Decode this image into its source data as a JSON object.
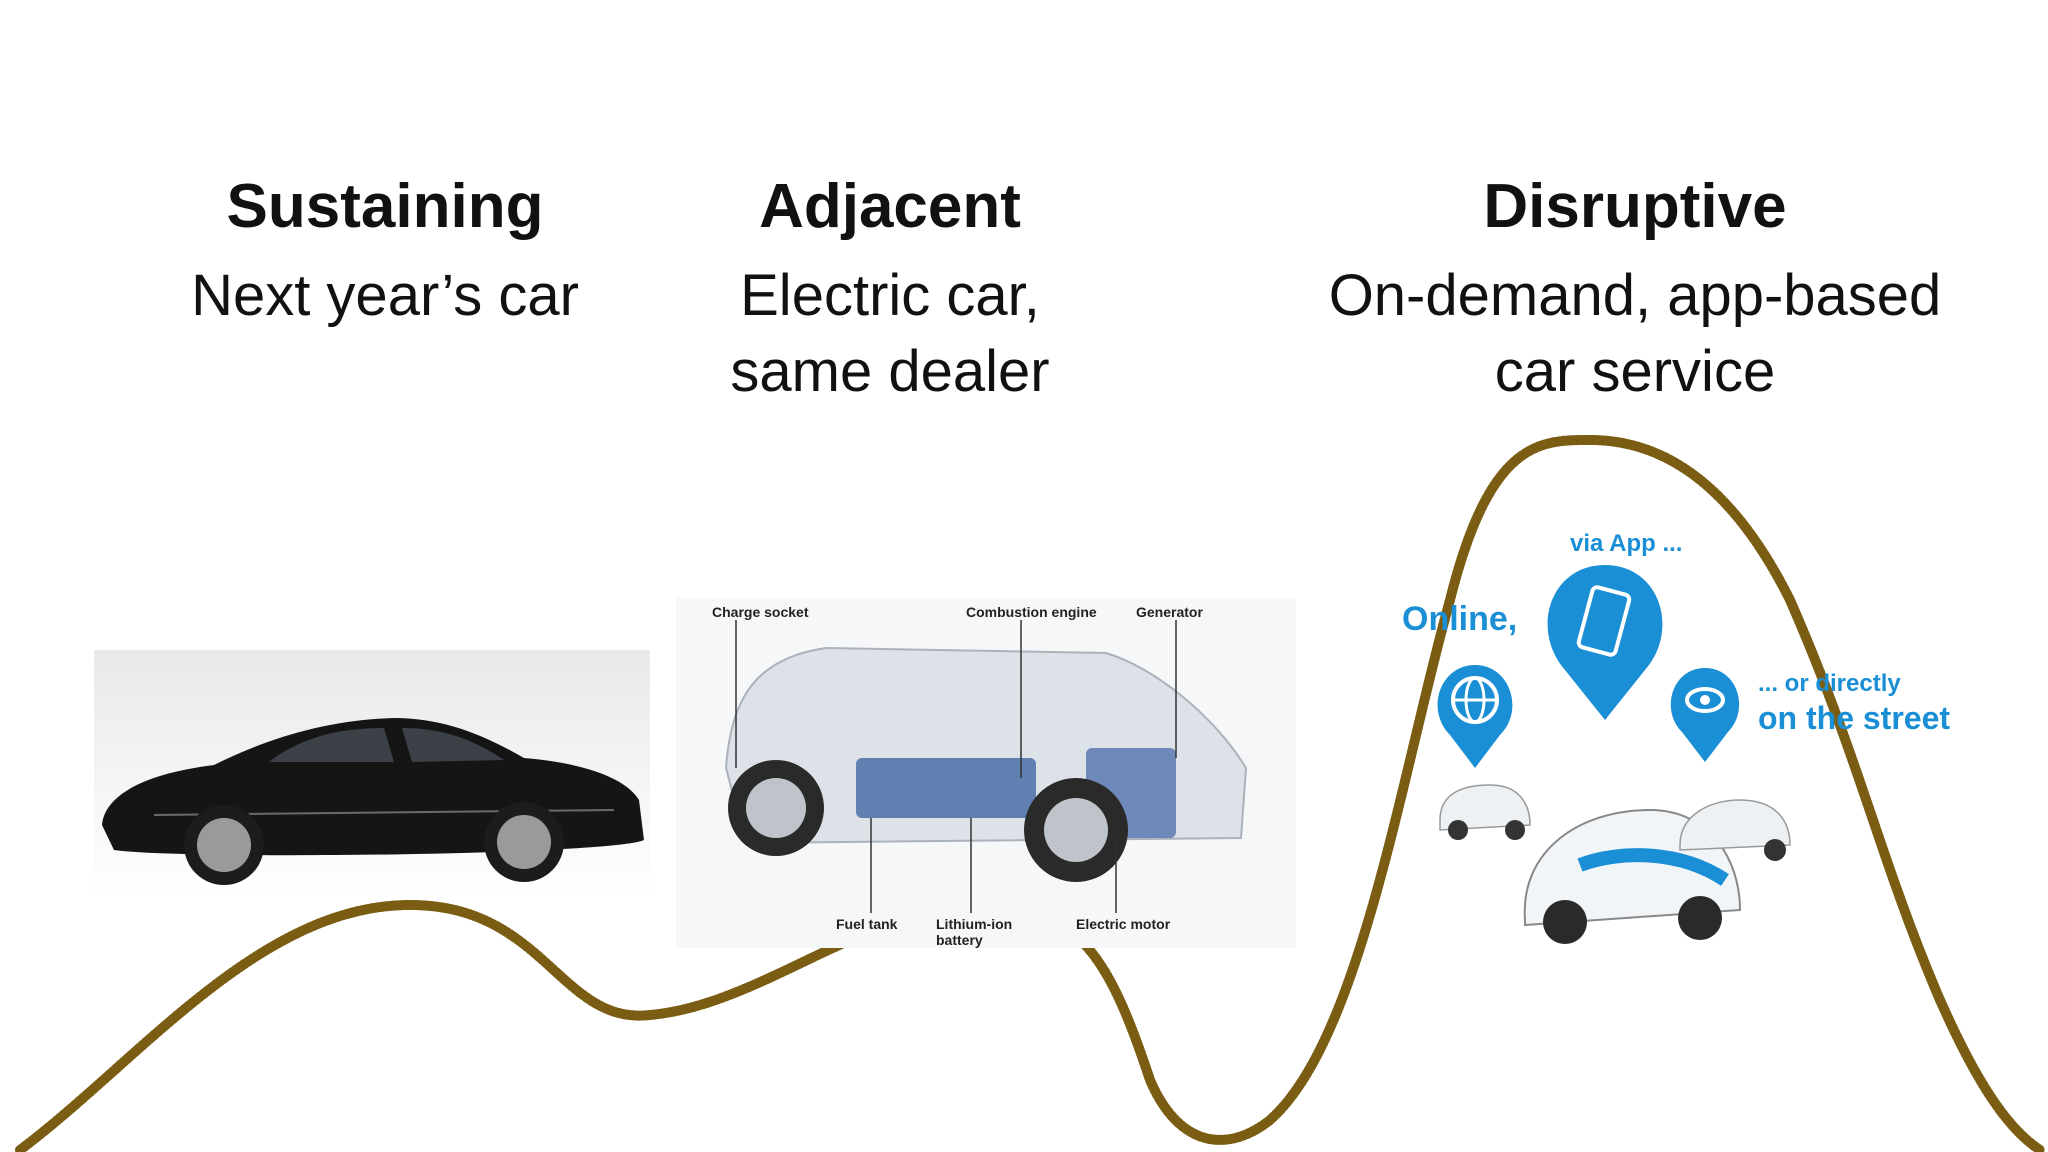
{
  "columns": [
    {
      "heading": "Sustaining",
      "subtitle_lines": [
        "Next year’s car"
      ]
    },
    {
      "heading": "Adjacent",
      "subtitle_lines": [
        "Electric car,",
        "same dealer"
      ]
    },
    {
      "heading": "Disruptive",
      "subtitle_lines": [
        "On-demand, app-based",
        "car service"
      ]
    }
  ],
  "hybrid_diagram": {
    "labels": {
      "charge_socket": "Charge socket",
      "combustion_engine": "Combustion engine",
      "generator": "Generator",
      "fuel_tank": "Fuel tank",
      "battery_line1": "Lithium-ion",
      "battery_line2": "battery",
      "electric_motor": "Electric motor"
    }
  },
  "carshare_graphic": {
    "via_app": "via App ...",
    "online": "Online,",
    "or_directly": "... or directly",
    "on_the_street": "on the street"
  },
  "colors": {
    "curve": "#7a5d12",
    "curve_highlight": "#d8d1bf",
    "pin_blue": "#1a8fd6",
    "text": "#111111"
  },
  "icons": [
    "globe-icon",
    "phone-icon",
    "eye-icon"
  ]
}
